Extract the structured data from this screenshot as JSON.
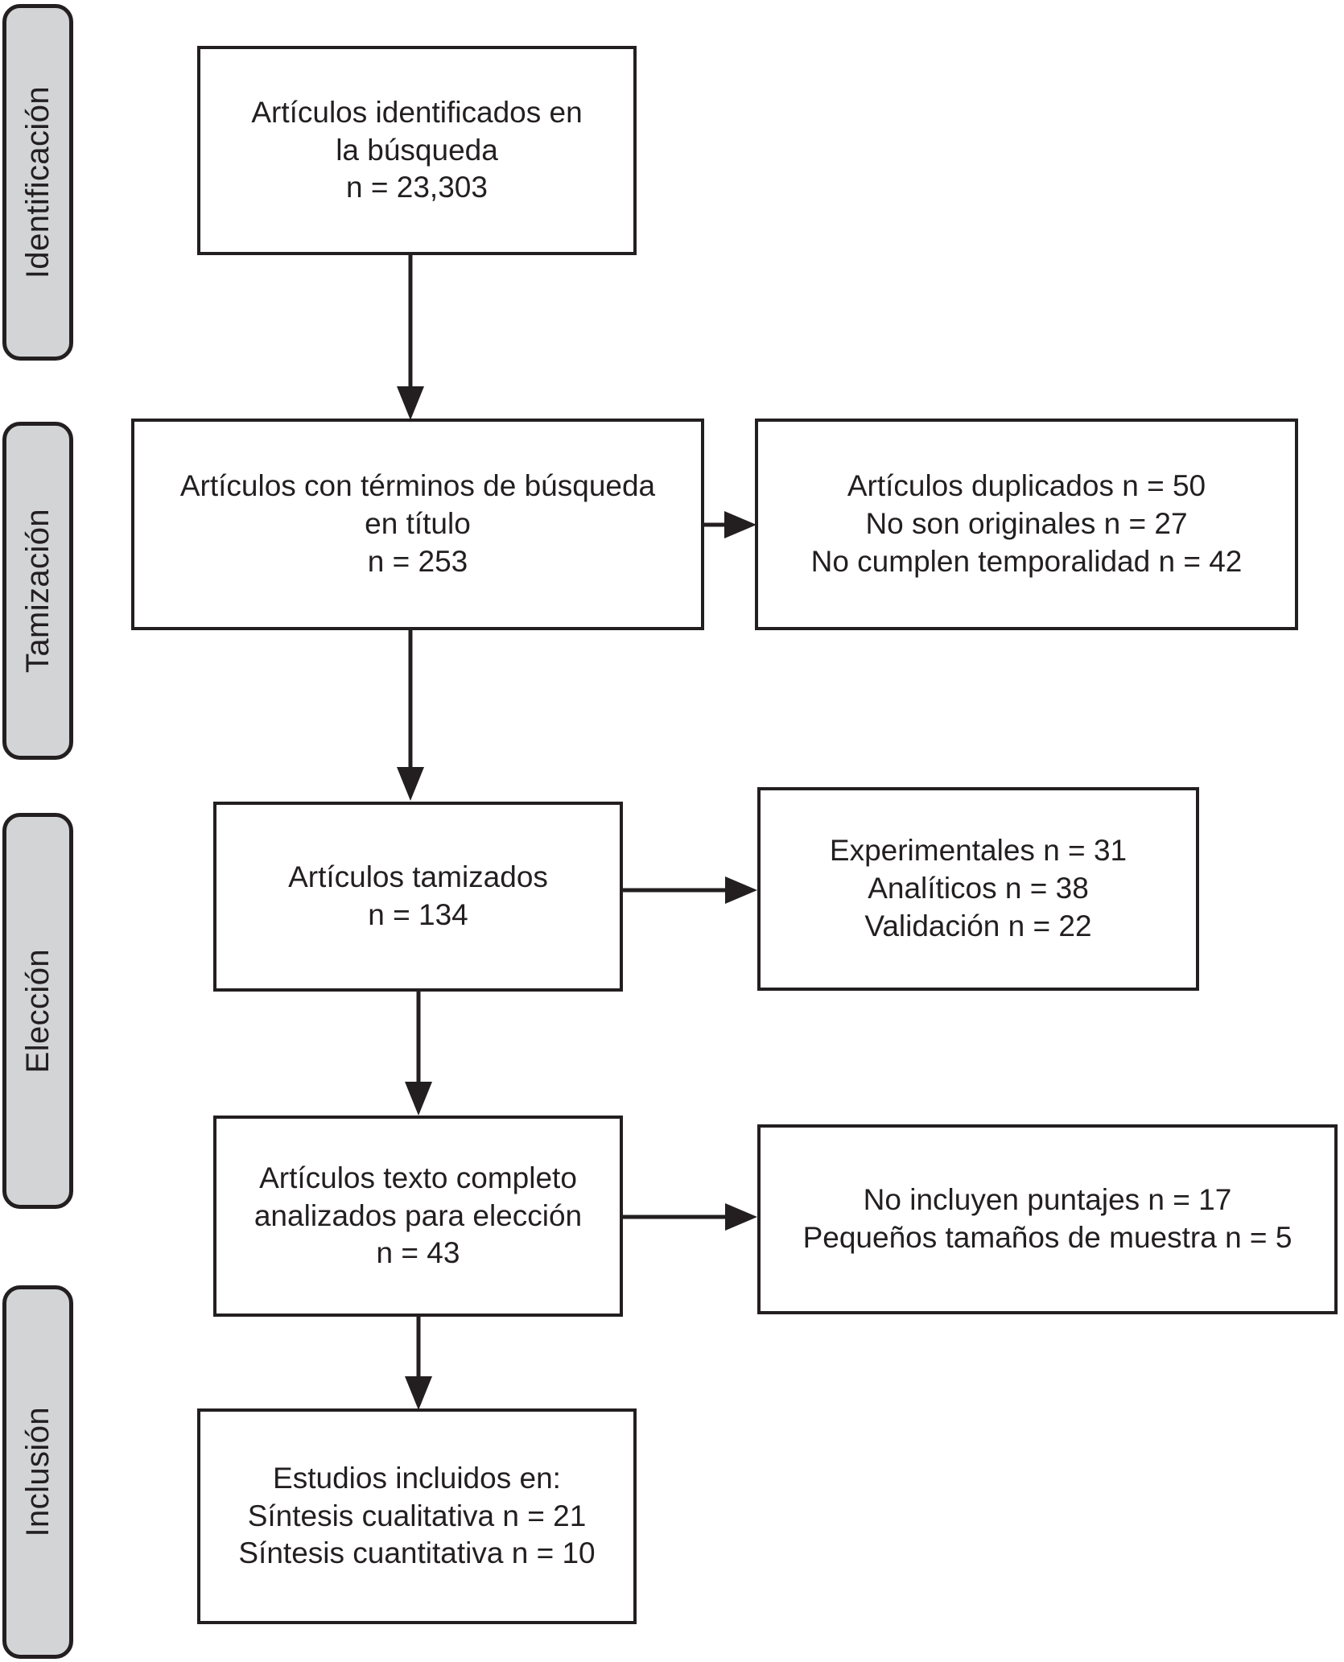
{
  "diagram": {
    "type": "prisma-flow-diagram",
    "title": "",
    "language": "es",
    "colors": {
      "stage_tab_fill": "#d3d4d6",
      "stroke": "#231f20",
      "box_fill": "#ffffff",
      "text": "#231f20"
    },
    "stages": [
      {
        "id": "identificacion",
        "label": "Identificación"
      },
      {
        "id": "tamizacion",
        "label": "Tamización"
      },
      {
        "id": "eleccion",
        "label": "Elección"
      },
      {
        "id": "inclusion",
        "label": "Inclusión"
      }
    ],
    "main_boxes": [
      {
        "id": "identificados",
        "stage": "identificacion",
        "text": "Artículos identificados en\nla búsqueda\nn = 23,303",
        "n": 23303
      },
      {
        "id": "terminos-titulo",
        "stage": "tamizacion",
        "text": "Artículos con términos de búsqueda\nen título\nn = 253",
        "n": 253
      },
      {
        "id": "tamizados",
        "stage": "eleccion",
        "text": "Artículos tamizados\nn = 134",
        "n": 134
      },
      {
        "id": "texto-completo",
        "stage": "eleccion",
        "text": "Artículos texto completo\nanalizados para elección\nn = 43",
        "n": 43
      },
      {
        "id": "incluidos",
        "stage": "inclusion",
        "text": "Estudios incluidos en:\nSíntesis cualitativa n = 21\nSíntesis cuantitativa n = 10",
        "n_cualitativa": 21,
        "n_cuantitativa": 10
      }
    ],
    "side_boxes": [
      {
        "id": "excluidos-tamizacion",
        "stage": "tamizacion",
        "text": "Artículos duplicados n = 50\nNo son originales n = 27\nNo cumplen temporalidad n = 42",
        "items": [
          {
            "label": "Artículos duplicados",
            "n": 50
          },
          {
            "label": "No son originales",
            "n": 27
          },
          {
            "label": "No cumplen temporalidad",
            "n": 42
          }
        ]
      },
      {
        "id": "tipos-estudio",
        "stage": "eleccion",
        "text": "Experimentales n = 31\nAnalíticos n = 38\nValidación n = 22",
        "items": [
          {
            "label": "Experimentales",
            "n": 31
          },
          {
            "label": "Analíticos",
            "n": 38
          },
          {
            "label": "Validación",
            "n": 22
          }
        ]
      },
      {
        "id": "excluidos-eleccion",
        "stage": "eleccion",
        "text": "No incluyen puntajes n = 17\nPequeños tamaños de muestra n = 5",
        "items": [
          {
            "label": "No incluyen puntajes",
            "n": 17
          },
          {
            "label": "Pequeños tamaños de muestra",
            "n": 5
          }
        ]
      }
    ]
  }
}
